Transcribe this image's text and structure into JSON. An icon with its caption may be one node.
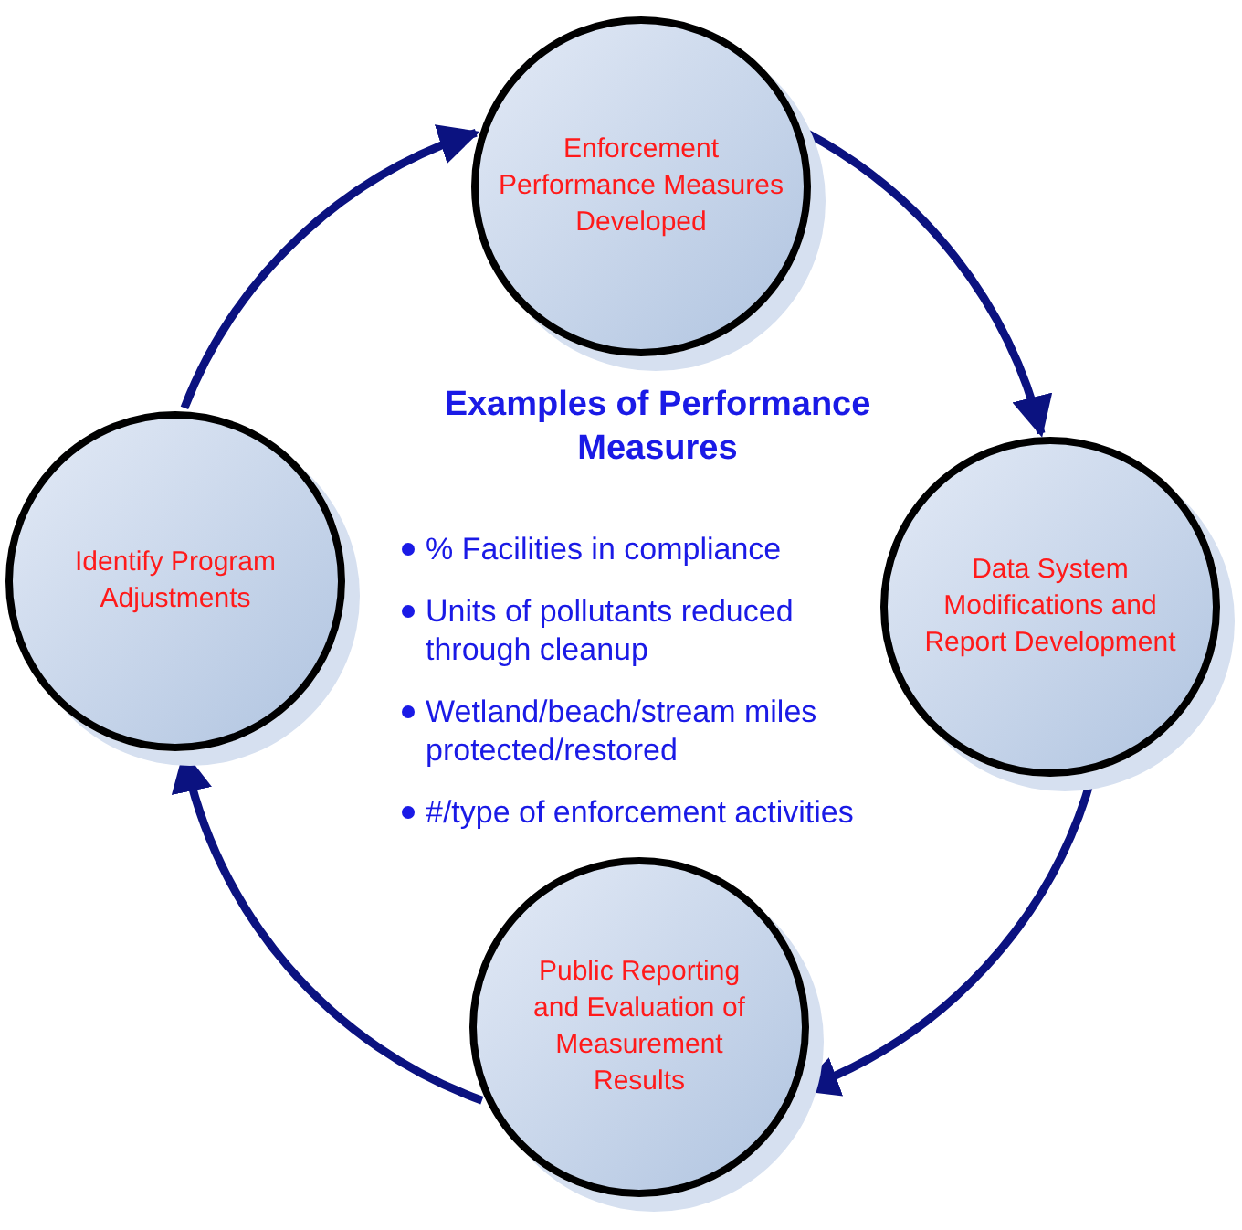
{
  "diagram": {
    "title": "Examples of Performance Measures",
    "nodes": [
      {
        "text": [
          "Enforcement Performance Measures Developed"
        ]
      },
      {
        "text": [
          "Data System Modifications and Report Development"
        ]
      },
      {
        "text": [
          "Public Reporting and Evaluation of Measurement Results"
        ]
      },
      {
        "text": [
          "Identify Program Adjustments"
        ]
      }
    ],
    "edges": [
      {
        "from": 0,
        "to": 1,
        "arrow": "to"
      },
      {
        "from": 1,
        "to": 2,
        "arrow": "to"
      },
      {
        "from": 2,
        "to": 3,
        "arrow": "to"
      },
      {
        "from": 3,
        "to": 0,
        "arrow": "to"
      }
    ],
    "labels": [
      "% Facilities in compliance",
      "Units of pollutants reduced through cleanup",
      "Wetland/beach/stream miles protected/restored",
      "#/type of enforcement activities"
    ]
  }
}
